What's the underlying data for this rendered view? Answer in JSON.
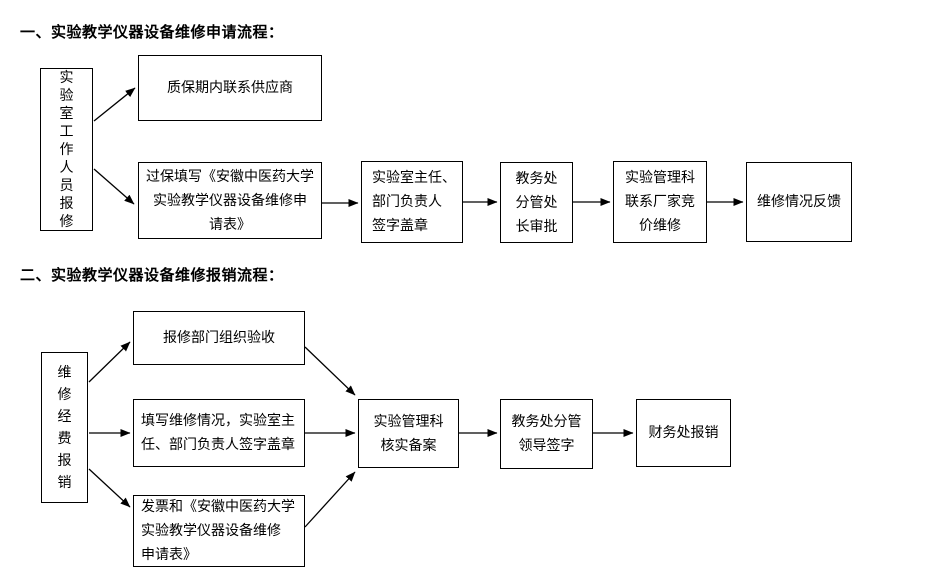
{
  "colors": {
    "background": "#ffffff",
    "line": "#000000",
    "text": "#000000"
  },
  "section1": {
    "title": "一、实验教学仪器设备维修申请流程：",
    "source": "实验室工作人员报修",
    "warranty": "质保期内联系供应商",
    "over_warranty_form": "过保填写《安徽中医药大学\n实验教学仪器设备维修申\n请表》",
    "sign": "实验室主任、\n部门负责人\n签字盖章",
    "dean_approval": "教务处\n分管处\n长审批",
    "lab_admin_quote": "实验管理科\n联系厂家竞\n价维修",
    "feedback": "维修情况反馈"
  },
  "section2": {
    "title": "二、实验教学仪器设备维修报销流程：",
    "source": "维修经费报销",
    "acceptance": "报修部门组织验收",
    "repair_info": "填写维修情况，实验室主\n任、部门负责人签字盖章",
    "invoice": "发票和《安徽中医药大学\n实验教学仪器设备维修\n申请表》",
    "verify": "实验管理科\n核实备案",
    "leader_sign": "教务处分管\n领导签字",
    "finance": "财务处报销"
  }
}
